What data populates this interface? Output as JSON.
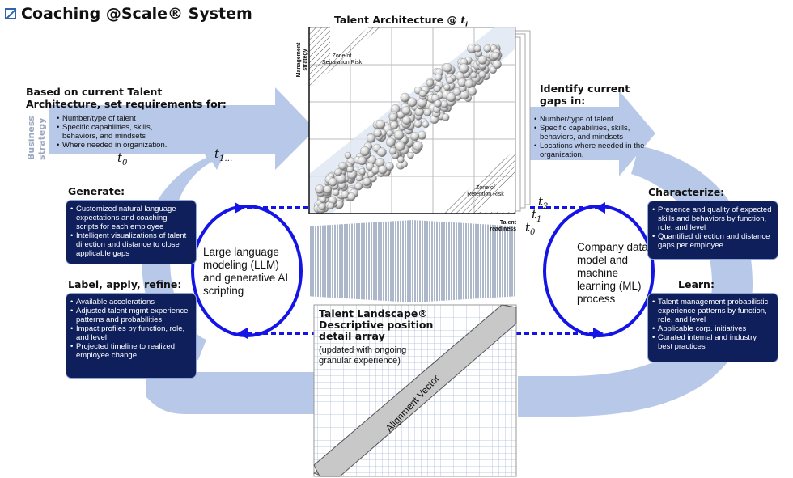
{
  "title": "Coaching @Scale® System",
  "talent_architecture": {
    "heading": "Talent Architecture @ ",
    "heading_t": "t",
    "heading_sub": "i",
    "y_axis": "Management strategy",
    "x_axis": "Talent readiness",
    "zone_separation": "Zone of Separation Risk",
    "zone_retention": "Zone of Retention Risk"
  },
  "left_requirements": {
    "heading": "Based on current Talent Architecture, set requirements for:",
    "items": [
      "Number/type of talent",
      "Specific capabilities, skills, behaviors, and mindsets",
      "Where needed in organization."
    ],
    "side_label": "Business strategy"
  },
  "right_gaps": {
    "heading": "Identify current gaps in:",
    "items": [
      "Number/type of talent",
      "Specific capabilities, skills, behaviors, and mindsets",
      "Locations where needed in the organization."
    ]
  },
  "time_labels": {
    "t0_left": "t",
    "t0_left_sub": "0",
    "t1_left": "t",
    "t1_left_sub": "1…",
    "t2_right": "t",
    "t2_right_sub": "2",
    "t1_right": "t",
    "t1_right_sub": "1",
    "t0_right": "t",
    "t0_right_sub": "0"
  },
  "generate": {
    "heading": "Generate:",
    "items": [
      "Customized natural language expectations and coaching scripts for each employee",
      "Intelligent visualizations of talent direction and distance to close applicable gaps"
    ]
  },
  "label_apply": {
    "heading": "Label, apply, refine:",
    "items": [
      "Available accelerations",
      "Adjusted talent mgmt experience patterns and probabilities",
      "Impact profiles by function, role, and level",
      "Projected timeline to realized employee change"
    ]
  },
  "characterize": {
    "heading": "Characterize:",
    "items": [
      "Presence and quality of expected skills and behaviors by function, role, and level",
      "Quantified direction and distance gaps per employee"
    ]
  },
  "learn": {
    "heading": "Learn:",
    "items": [
      "Talent management probabilistic experience patterns by function, role, and level",
      "Applicable corp. initiatives",
      "Curated internal and industry best practices"
    ]
  },
  "llm_text": "Large language modeling (LLM) and generative AI scripting",
  "ml_text": "Company data model and machine learning (ML) process",
  "landscape": {
    "heading": "Talent Landscape® Descriptive position detail array",
    "sub": "(updated with ongoing granular  experience)",
    "vector_label": "Alignment Vector"
  },
  "colors": {
    "navy": "#0f1f5c",
    "light_blue": "#b7c8e8",
    "bright_blue": "#1414e6"
  }
}
